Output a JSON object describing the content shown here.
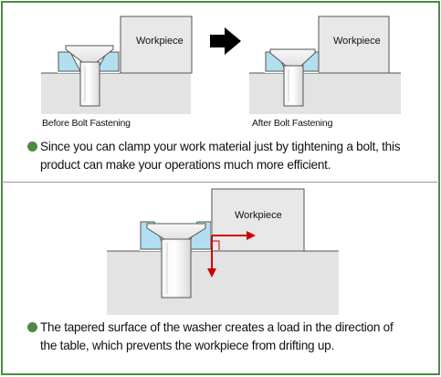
{
  "workpiece_label": "Workpiece",
  "captions": {
    "before": "Before Bolt Fastening",
    "after": "After Bolt Fastening"
  },
  "texts": {
    "para1_line1": "Since you can clamp your work material just by tightening a bolt, this",
    "para1_line2": "product can make your operations much more efficient.",
    "para2_line1": "The tapered surface of the washer creates a load in the direction of",
    "para2_line2": "the table, which prevents the workpiece from drifting up."
  },
  "colors": {
    "border_green": "#4f8a45",
    "bullet_green": "#4f8a45",
    "table_gray": "#e3e3e3",
    "workpiece_gray": "#e8e8e8",
    "washer_blue": "#b3def0",
    "arrow_red": "#cc0000",
    "process_arrow": "#000000"
  }
}
